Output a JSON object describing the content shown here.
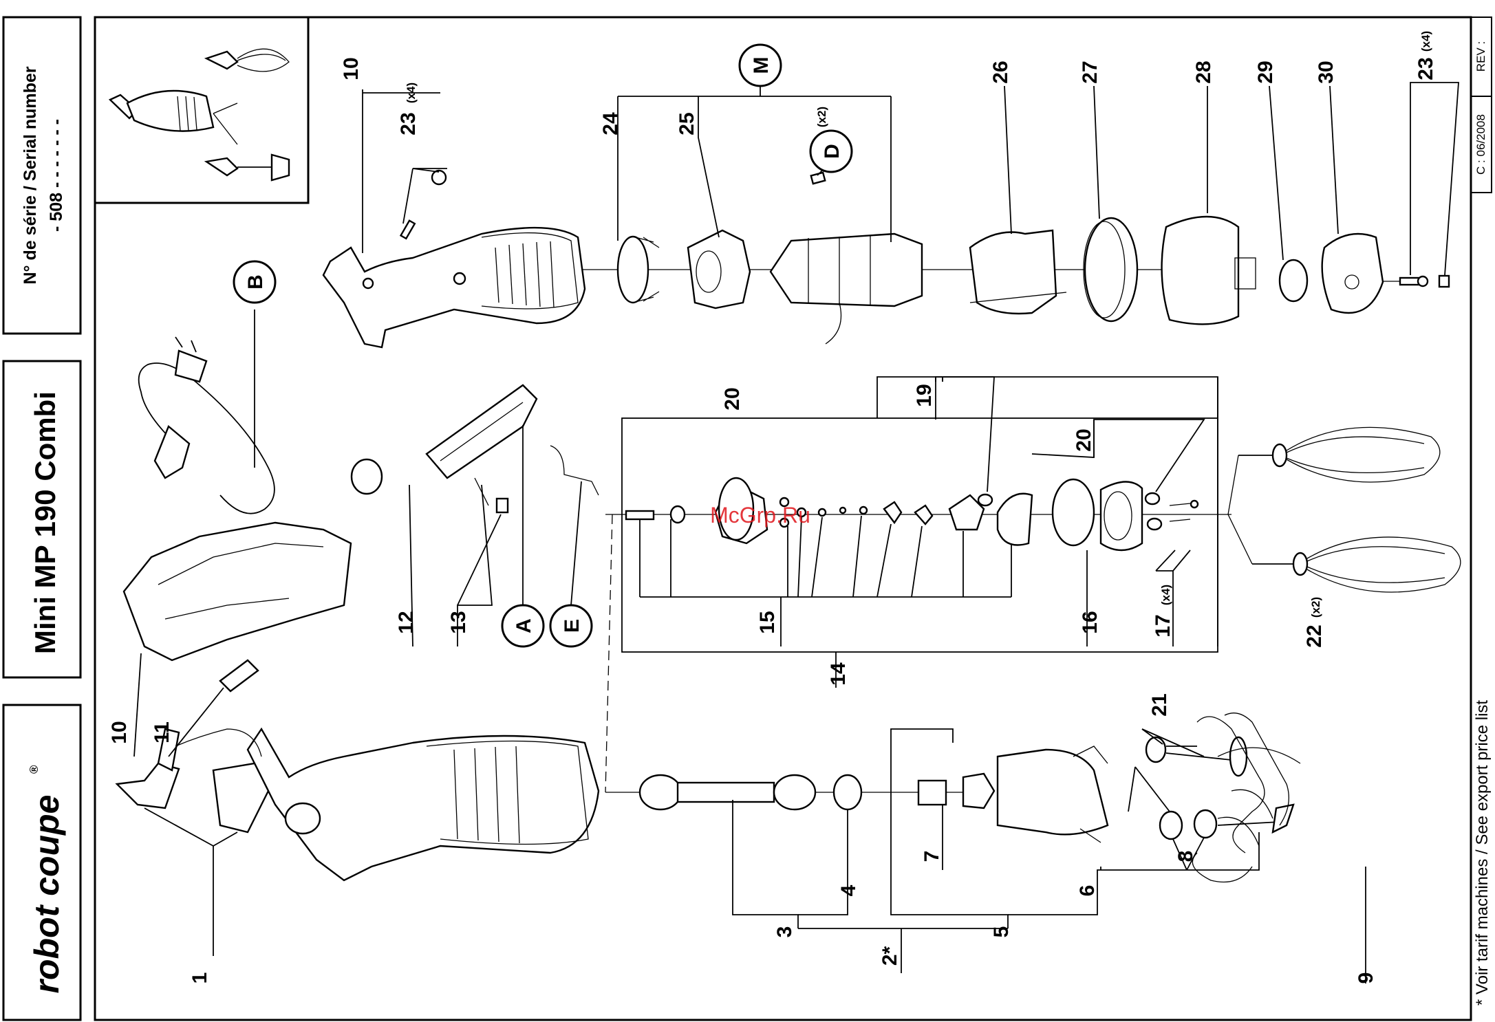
{
  "title_block": {
    "brand": "robot coupe",
    "brand_registered": "®",
    "model": "Mini MP 190 Combi",
    "serial_label": "N° de série / Serial number",
    "serial_value": "- 508 - - - - -   - -"
  },
  "revision": {
    "date": "C : 06/2008",
    "rev_label": "REV :"
  },
  "footnote": "* Voir tarif machines / See export price list",
  "watermark": "McGrp.Ru",
  "callouts": {
    "circles": [
      "M",
      "D",
      "B",
      "A",
      "E"
    ],
    "d_qty": "(x2)"
  },
  "part_numbers": [
    {
      "n": "1"
    },
    {
      "n": "2*"
    },
    {
      "n": "3"
    },
    {
      "n": "4"
    },
    {
      "n": "5"
    },
    {
      "n": "6"
    },
    {
      "n": "7"
    },
    {
      "n": "8"
    },
    {
      "n": "9"
    },
    {
      "n": "10"
    },
    {
      "n": "10"
    },
    {
      "n": "11"
    },
    {
      "n": "12"
    },
    {
      "n": "13"
    },
    {
      "n": "14"
    },
    {
      "n": "15"
    },
    {
      "n": "16"
    },
    {
      "n": "17",
      "qty": "(x4)"
    },
    {
      "n": "19"
    },
    {
      "n": "20"
    },
    {
      "n": "20"
    },
    {
      "n": "21"
    },
    {
      "n": "22",
      "qty": "(x2)"
    },
    {
      "n": "23",
      "qty": "(x4)"
    },
    {
      "n": "23",
      "qty": "(x4)"
    },
    {
      "n": "24"
    },
    {
      "n": "25"
    },
    {
      "n": "26"
    },
    {
      "n": "27"
    },
    {
      "n": "28"
    },
    {
      "n": "29"
    },
    {
      "n": "30"
    }
  ]
}
